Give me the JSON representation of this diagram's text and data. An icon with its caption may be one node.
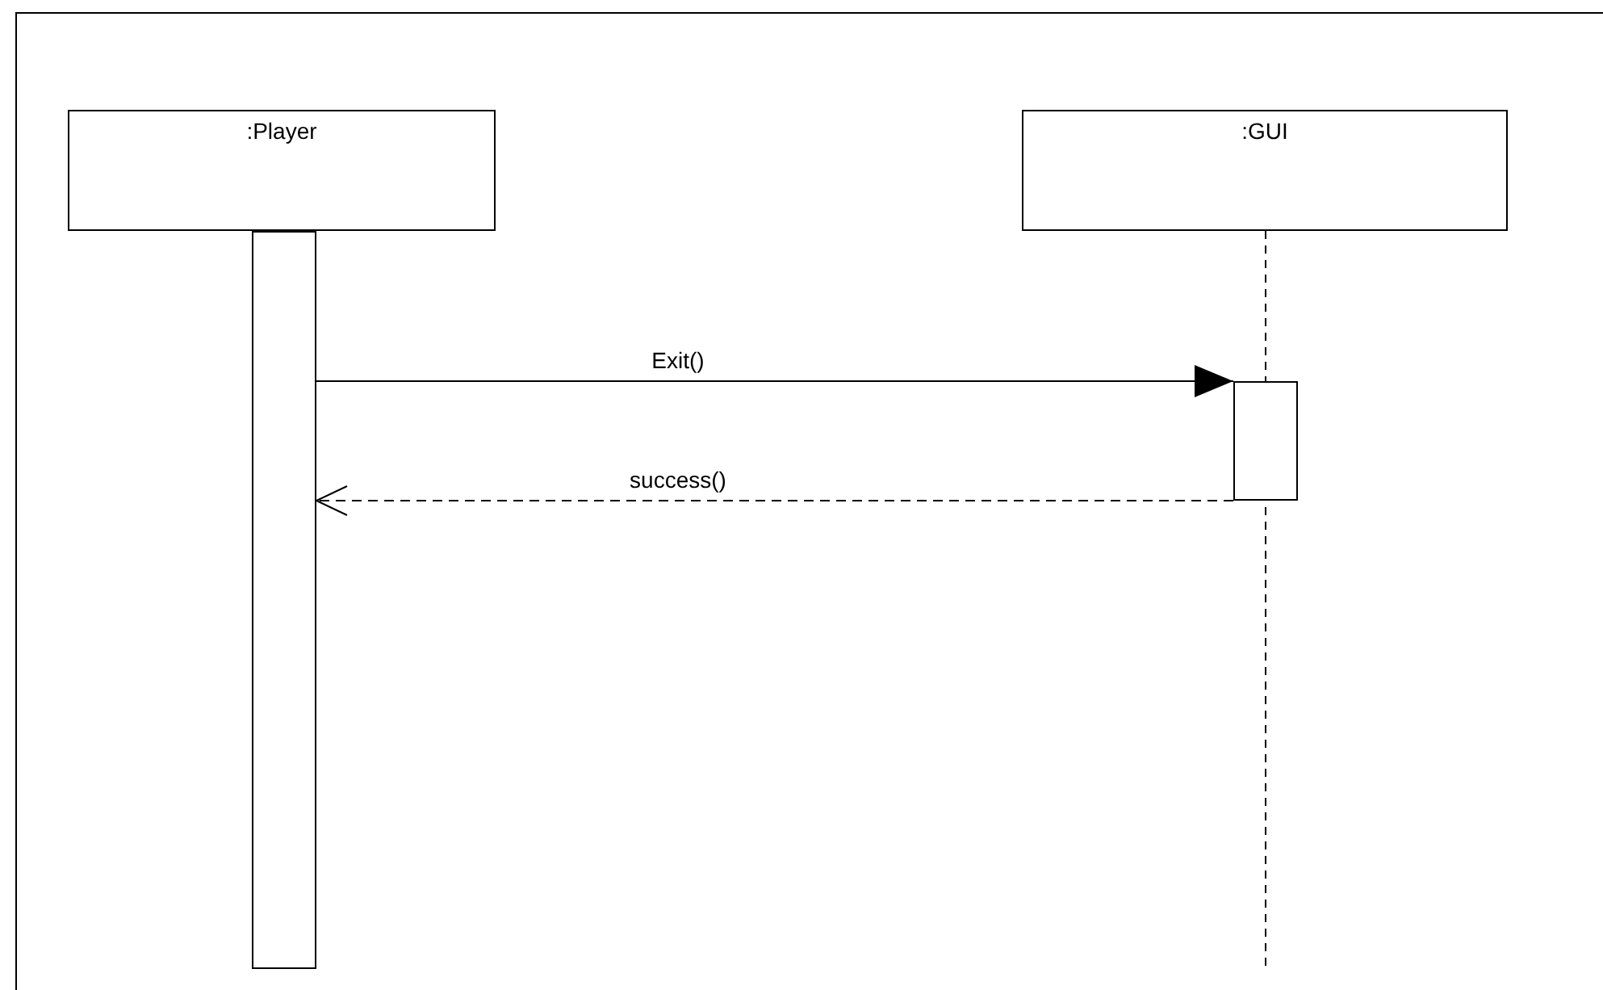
{
  "diagram": {
    "nodes": [
      {
        "text": [
          ":Player"
        ]
      },
      {
        "text": [
          ":GUI"
        ]
      },
      {
        "text": [],
        "shape": "bar"
      },
      {
        "text": [],
        "shape": "bar"
      }
    ],
    "edges": [
      {
        "from": 2,
        "to": 3,
        "arrow": "to",
        "label": "Exit()"
      },
      {
        "from": 3,
        "to": 2,
        "arrow": "to",
        "label": "success()",
        "style": "dashed"
      }
    ]
  }
}
